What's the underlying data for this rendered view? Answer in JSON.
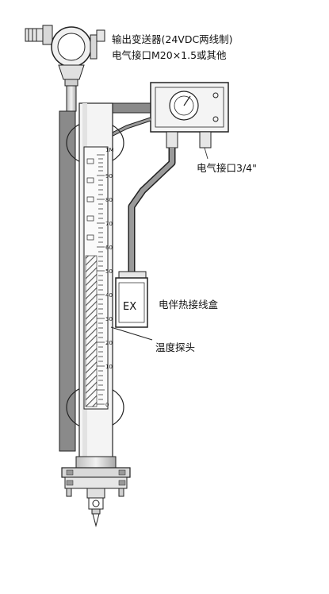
{
  "labels": {
    "transmitter_line1": "输出变送器(24VDC两线制)",
    "transmitter_line2": "电气接口M20×1.5或其他",
    "electrical_interface": "电气接口3/4\"",
    "junction_box": "电伴热接线盒",
    "junction_box_mark": "EX",
    "temperature_probe": "温度探头"
  },
  "scale": {
    "top_label": "1M",
    "ticks": [
      "90",
      "80",
      "70",
      "60",
      "50",
      "40",
      "30",
      "20",
      "10",
      "0"
    ]
  },
  "colors": {
    "line": "#222222",
    "metal_light": "#e6e6e6",
    "metal_dark": "#8a8a8a",
    "tube_fill": "#f4f4f4",
    "hatch": "#555555"
  },
  "icons": [
    "transmitter-head-icon",
    "indicator-dial-icon",
    "flange-icon",
    "drain-valve-icon"
  ]
}
